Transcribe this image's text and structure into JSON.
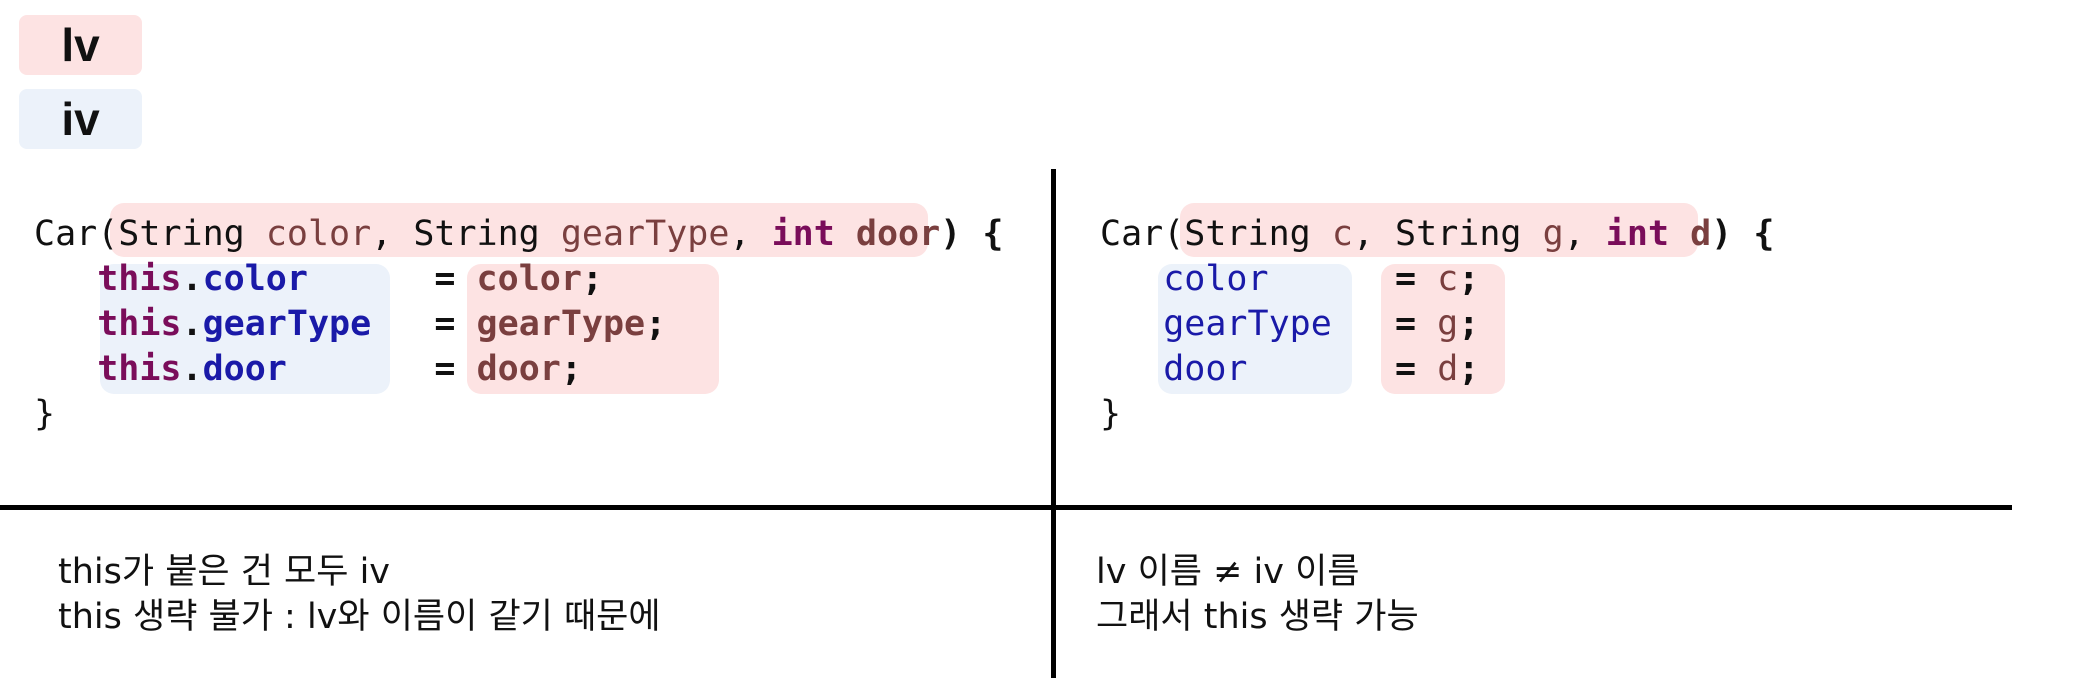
{
  "legend": {
    "lv": "lv",
    "iv": "iv"
  },
  "left_code": {
    "sig_prefix": "Car(",
    "sig_t1": "String ",
    "sig_p1": "color",
    "sig_s1": ", ",
    "sig_t2": "String ",
    "sig_p2": "gearType",
    "sig_s2": ", ",
    "sig_kw": "int",
    "sig_sp": " ",
    "sig_p3": "door",
    "sig_suffix": ") {",
    "rows": [
      {
        "kw": "this",
        "dot": ".",
        "field": "color",
        "eq": "= ",
        "value": "color",
        "semi": ";"
      },
      {
        "kw": "this",
        "dot": ".",
        "field": "gearType",
        "eq": "= ",
        "value": "gearType",
        "semi": ";"
      },
      {
        "kw": "this",
        "dot": ".",
        "field": "door",
        "eq": "= ",
        "value": "door",
        "semi": ";"
      }
    ],
    "close": "}"
  },
  "right_code": {
    "sig_prefix": "Car(",
    "sig_t1": "String ",
    "sig_p1": "c",
    "sig_s1": ", ",
    "sig_t2": "String ",
    "sig_p2": "g",
    "sig_s2": ", ",
    "sig_kw": "int",
    "sig_sp": " ",
    "sig_p3": "d",
    "sig_suffix": ") {",
    "rows": [
      {
        "field": "color",
        "eq": "= ",
        "value": "c",
        "semi": ";"
      },
      {
        "field": "gearType",
        "eq": "= ",
        "value": "g",
        "semi": ";"
      },
      {
        "field": "door",
        "eq": "= ",
        "value": "d",
        "semi": ";"
      }
    ],
    "close": "}"
  },
  "left_note": {
    "line1": "this가 붙은 건 모두 iv",
    "line2": "this 생략 불가 : lv와 이름이 같기 때문에"
  },
  "right_note": {
    "line1": "lv 이름 ≠ iv 이름",
    "line2": "그래서 this 생략 가능"
  },
  "colors": {
    "lv_highlight": "#fde3e3",
    "iv_highlight": "#ecf2fa",
    "keyword": "#7a0d5a",
    "field": "#1a1aa8",
    "param": "#7a3f3f"
  }
}
